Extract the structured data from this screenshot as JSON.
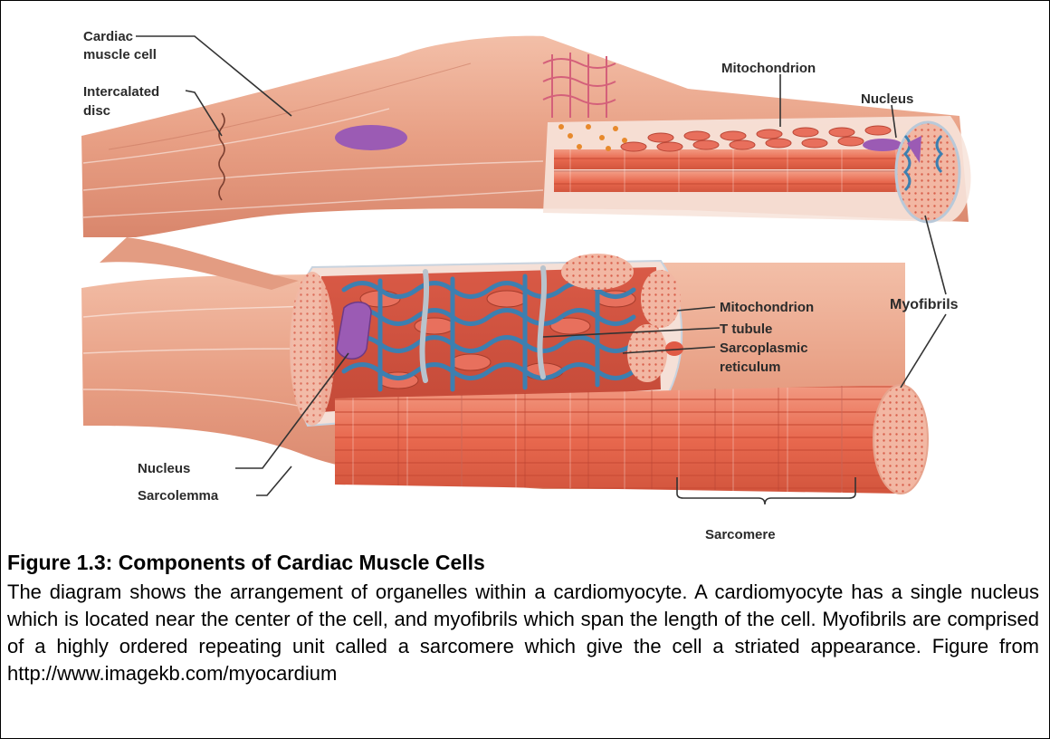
{
  "labels": {
    "cardiac_muscle_cell_line1": "Cardiac",
    "cardiac_muscle_cell_line2": "muscle cell",
    "intercalated_disc_line1": "Intercalated",
    "intercalated_disc_line2": "disc",
    "mitochondrion_top": "Mitochondrion",
    "nucleus_top": "Nucleus",
    "mitochondrion_mid": "Mitochondrion",
    "myofibrils": "Myofibrils",
    "t_tubule": "T tubule",
    "sarcoplasmic_reticulum_line1": "Sarcoplasmic",
    "sarcoplasmic_reticulum_line2": "reticulum",
    "nucleus_bottom": "Nucleus",
    "sarcolemma": "Sarcolemma",
    "sarcomere": "Sarcomere"
  },
  "caption": {
    "title": "Figure 1.3: Components of Cardiac Muscle Cells",
    "body": "The diagram shows the arrangement of organelles within a cardiomyocyte. A cardiomyocyte has a single nucleus which is located near the center of the cell, and myofibrils which span the length of the cell. Myofibrils are comprised of a highly ordered repeating unit called a sarcomere which give the cell a striated appearance. Figure from http://www.imagekb.com/myocardium"
  },
  "colors": {
    "muscle": "#e9a287",
    "muscle_dark": "#c97a62",
    "myofibril": "#e9735a",
    "reticulum": "#3d7fb0",
    "nucleus": "#9b5bb4",
    "mitochondrion": "#e05a45"
  }
}
